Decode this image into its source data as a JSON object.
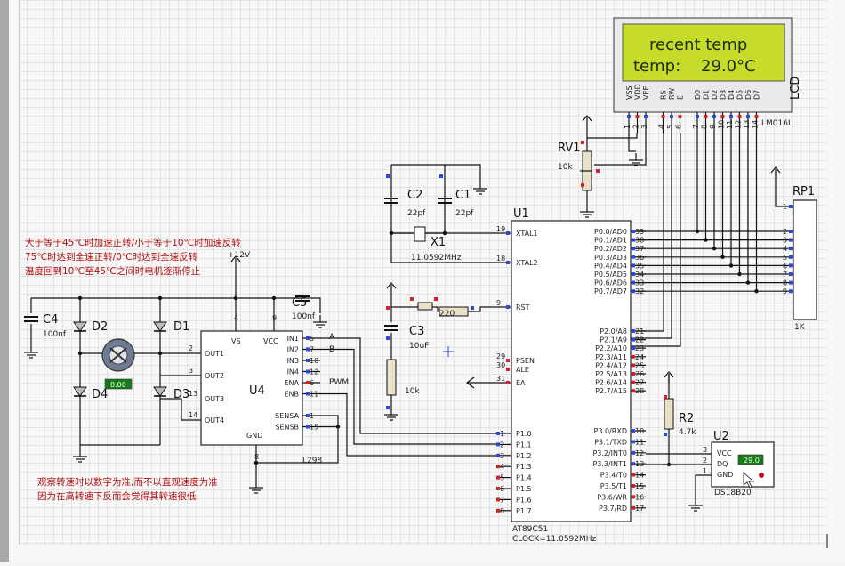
{
  "lcd": {
    "line1": "recent temp",
    "line2": "temp:    29.0°C",
    "ref": "LCD",
    "model": "LM016L",
    "pin_names": [
      "VSS",
      "VDD",
      "VEE",
      "RS",
      "RW",
      "E",
      "D0",
      "D1",
      "D2",
      "D3",
      "D4",
      "D5",
      "D6",
      "D7"
    ],
    "pin_numbers": [
      "1",
      "2",
      "3",
      "4",
      "5",
      "6",
      "7",
      "8",
      "9",
      "10",
      "11",
      "12",
      "13",
      "14"
    ]
  },
  "u1": {
    "ref": "U1",
    "model": "AT89C51",
    "clock": "CLOCK=11.0592MHz",
    "left_pins": [
      {
        "n": "19",
        "name": "XTAL1"
      },
      {
        "n": "18",
        "name": "XTAL2"
      },
      {
        "n": "9",
        "name": "RST"
      },
      {
        "n": "29",
        "name": "PSEN"
      },
      {
        "n": "30",
        "name": "ALE"
      },
      {
        "n": "31",
        "name": "EA"
      }
    ],
    "p1": [
      {
        "n": "1",
        "name": "P1.0"
      },
      {
        "n": "2",
        "name": "P1.1"
      },
      {
        "n": "3",
        "name": "P1.2"
      },
      {
        "n": "4",
        "name": "P1.3"
      },
      {
        "n": "5",
        "name": "P1.4"
      },
      {
        "n": "6",
        "name": "P1.5"
      },
      {
        "n": "7",
        "name": "P1.6"
      },
      {
        "n": "8",
        "name": "P1.7"
      }
    ],
    "p0": [
      {
        "n": "39",
        "name": "P0.0/AD0"
      },
      {
        "n": "38",
        "name": "P0.1/AD1"
      },
      {
        "n": "37",
        "name": "P0.2/AD2"
      },
      {
        "n": "36",
        "name": "P0.3/AD3"
      },
      {
        "n": "35",
        "name": "P0.4/AD4"
      },
      {
        "n": "34",
        "name": "P0.5/AD5"
      },
      {
        "n": "33",
        "name": "P0.6/AD6"
      },
      {
        "n": "32",
        "name": "P0.7/AD7"
      }
    ],
    "p2": [
      {
        "n": "21",
        "name": "P2.0/A8"
      },
      {
        "n": "22",
        "name": "P2.1/A9"
      },
      {
        "n": "23",
        "name": "P2.2/A10"
      },
      {
        "n": "24",
        "name": "P2.3/A11"
      },
      {
        "n": "25",
        "name": "P2.4/A12"
      },
      {
        "n": "26",
        "name": "P2.5/A13"
      },
      {
        "n": "27",
        "name": "P2.6/A14"
      },
      {
        "n": "28",
        "name": "P2.7/A15"
      }
    ],
    "p3": [
      {
        "n": "10",
        "name": "P3.0/RXD"
      },
      {
        "n": "11",
        "name": "P3.1/TXD"
      },
      {
        "n": "12",
        "name": "P3.2/INT0"
      },
      {
        "n": "13",
        "name": "P3.3/INT1"
      },
      {
        "n": "14",
        "name": "P3.4/T0"
      },
      {
        "n": "15",
        "name": "P3.5/T1"
      },
      {
        "n": "16",
        "name": "P3.6/WR"
      },
      {
        "n": "17",
        "name": "P3.7/RD"
      }
    ]
  },
  "u4": {
    "ref": "U4",
    "model": "L298",
    "left": [
      {
        "n": "2",
        "name": "OUT1"
      },
      {
        "n": "3",
        "name": "OUT2"
      },
      {
        "n": "13",
        "name": "OUT3"
      },
      {
        "n": "14",
        "name": "OUT4"
      }
    ],
    "right": [
      {
        "n": "5",
        "name": "IN1"
      },
      {
        "n": "7",
        "name": "IN2"
      },
      {
        "n": "10",
        "name": "IN3"
      },
      {
        "n": "12",
        "name": "IN4"
      },
      {
        "n": "6",
        "name": "ENA"
      },
      {
        "n": "11",
        "name": "ENB"
      },
      {
        "n": "1",
        "name": "SENSA"
      },
      {
        "n": "15",
        "name": "SENSB"
      }
    ],
    "vs": "VS",
    "vcc": "VCC",
    "gnd": "GND",
    "pin4": "4",
    "pin9": "9",
    "pin8": "8"
  },
  "u2": {
    "ref": "U2",
    "model": "DS18B20",
    "vcc": "VCC",
    "dq": "DQ",
    "gnd": "GND",
    "readout": "29.0",
    "p3": "3",
    "p2": "2",
    "p1": "1"
  },
  "rp1": {
    "ref": "RP1",
    "value": "1K",
    "pins": [
      "1",
      "2",
      "3",
      "4",
      "5",
      "6",
      "7",
      "8",
      "9"
    ]
  },
  "rv1": {
    "ref": "RV1",
    "value": "10k"
  },
  "r2": {
    "ref": "R2",
    "value": "4.7k"
  },
  "c1": {
    "ref": "C1",
    "value": "22pf"
  },
  "c2": {
    "ref": "C2",
    "value": "22pf"
  },
  "c3": {
    "ref": "C3",
    "value": "10uF"
  },
  "c4": {
    "ref": "C4",
    "value": "100nf"
  },
  "c5": {
    "ref": "C5",
    "value": "100nf"
  },
  "x1": {
    "ref": "X1",
    "value": "11.0592MHz"
  },
  "rst_r": {
    "value": "220"
  },
  "r_10k": {
    "value": "10k"
  },
  "diodes": {
    "d1": "D1",
    "d2": "D2",
    "d3": "D3",
    "d4": "D4"
  },
  "motor": {
    "readout": "0.00"
  },
  "labels": {
    "v12": "+12V",
    "a": "A",
    "b": "B",
    "pwm": "PWM"
  },
  "notes": {
    "top": [
      "大于等于45℃时加速正转/小于等于10℃时加速反转",
      "75℃时达到全速正转/0℃时达到全速反转",
      "温度回到10℃至45℃之间时电机逐渐停止"
    ],
    "bottom": [
      "观察转速时以数字为准,而不以直观速度为准",
      "因为在高转速下反而会觉得其转速很低"
    ]
  },
  "colors": {
    "lcd_bg": "#c6db2a",
    "lcd_text": "#1c2a10",
    "wire": "#121212",
    "grid": "#d2d2d2",
    "chip_fill": "#ffffff",
    "note": "#b01010",
    "readout_bg": "#1a7a1a",
    "readout_text": "#e8ffe8"
  }
}
